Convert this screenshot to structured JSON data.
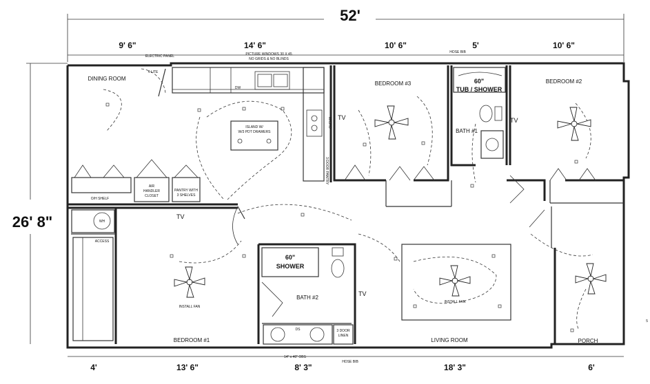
{
  "overall": {
    "width": "52'",
    "depth": "26' 8\""
  },
  "top_dims": [
    "9' 6\"",
    "14' 6\"",
    "10' 6\"",
    "5'",
    "10' 6\""
  ],
  "bottom_dims": [
    "4'",
    "13' 6\"",
    "8' 3\"",
    "18' 3\"",
    "6'"
  ],
  "rooms": {
    "dining": "DINING ROOM",
    "bedroom3": "BEDROOM #3",
    "bedroom2": "BEDROOM #2",
    "bath1": "BATH #1",
    "bath2": "BATH #2",
    "bedroom1": "BEDROOM #1",
    "living": "LIVING ROOM",
    "porch": "PORCH"
  },
  "notes": {
    "electric_panel": "ELECTRIC PANEL",
    "lite": "4 LITE",
    "picture_windows_1": "PICTURE WINDOWS 30 X 45",
    "picture_windows_2": "NO GRIDS & NO BLINDS",
    "hose_bib_top": "HOSE BIB",
    "hose_bib_bottom": "HOSE BIB",
    "dw": "DW",
    "island_1": "ISLAND W/",
    "island_2": "W/3 PDT DRAWERS",
    "micro": "MICRO",
    "pantry_3door": "3 DOOR PANTRY",
    "tub_size": "60\"",
    "tub_shower": "TUB / SHOWER",
    "shower_size": "60\"",
    "shower": "SHOWER",
    "oh_shelf": "O/H SHELF",
    "air_handler_1": "AIR",
    "air_handler_2": "HANDLER",
    "air_handler_3": "CLOSET",
    "pantry_1": "PANTRY WITH",
    "pantry_2": "3 SHELVES",
    "wh": "WH",
    "access": "ACCESS",
    "install_fan_1": "INSTALL FAN",
    "install_fan_2": "INSTALL FAN",
    "ds": "DS",
    "linen_1": "3 DOOR",
    "linen_2": "LINEN",
    "obs": "14\" x 40\" OBS",
    "corner_mark": "5"
  },
  "tv": [
    "TV",
    "TV",
    "TV",
    "TV"
  ]
}
